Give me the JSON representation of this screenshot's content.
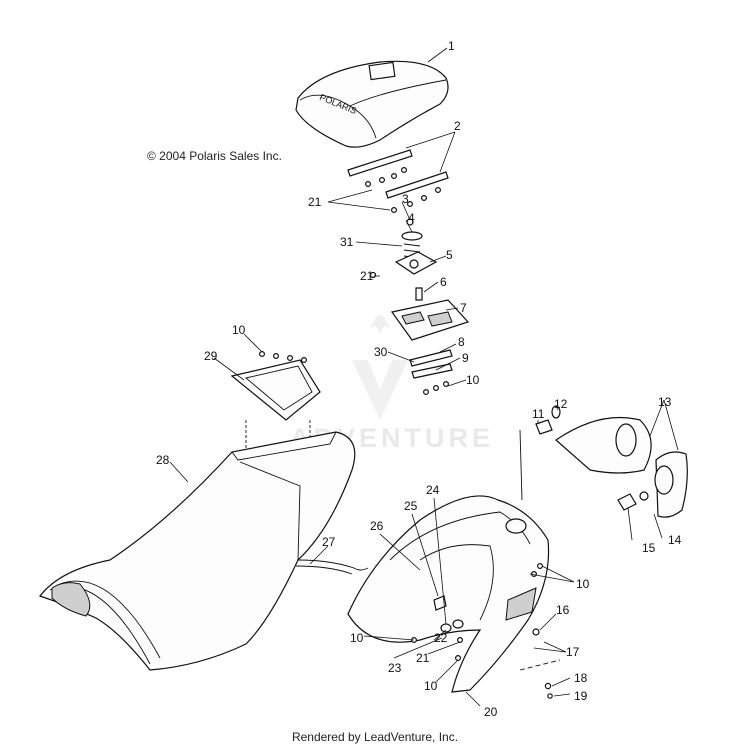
{
  "copyright": "© 2004 Polaris Sales Inc.",
  "footer": "Rendered by LeadVenture, Inc.",
  "watermark": "ADVENTURE",
  "seat_logo": "POLARIS",
  "callouts": [
    "1",
    "2",
    "21",
    "3",
    "4",
    "31",
    "5",
    "21",
    "6",
    "7",
    "8",
    "30",
    "9",
    "10",
    "10",
    "29",
    "28",
    "27",
    "26",
    "25",
    "24",
    "10",
    "10",
    "22",
    "23",
    "21",
    "10",
    "20",
    "11",
    "12",
    "13",
    "14",
    "15",
    "16",
    "17",
    "18",
    "19"
  ]
}
